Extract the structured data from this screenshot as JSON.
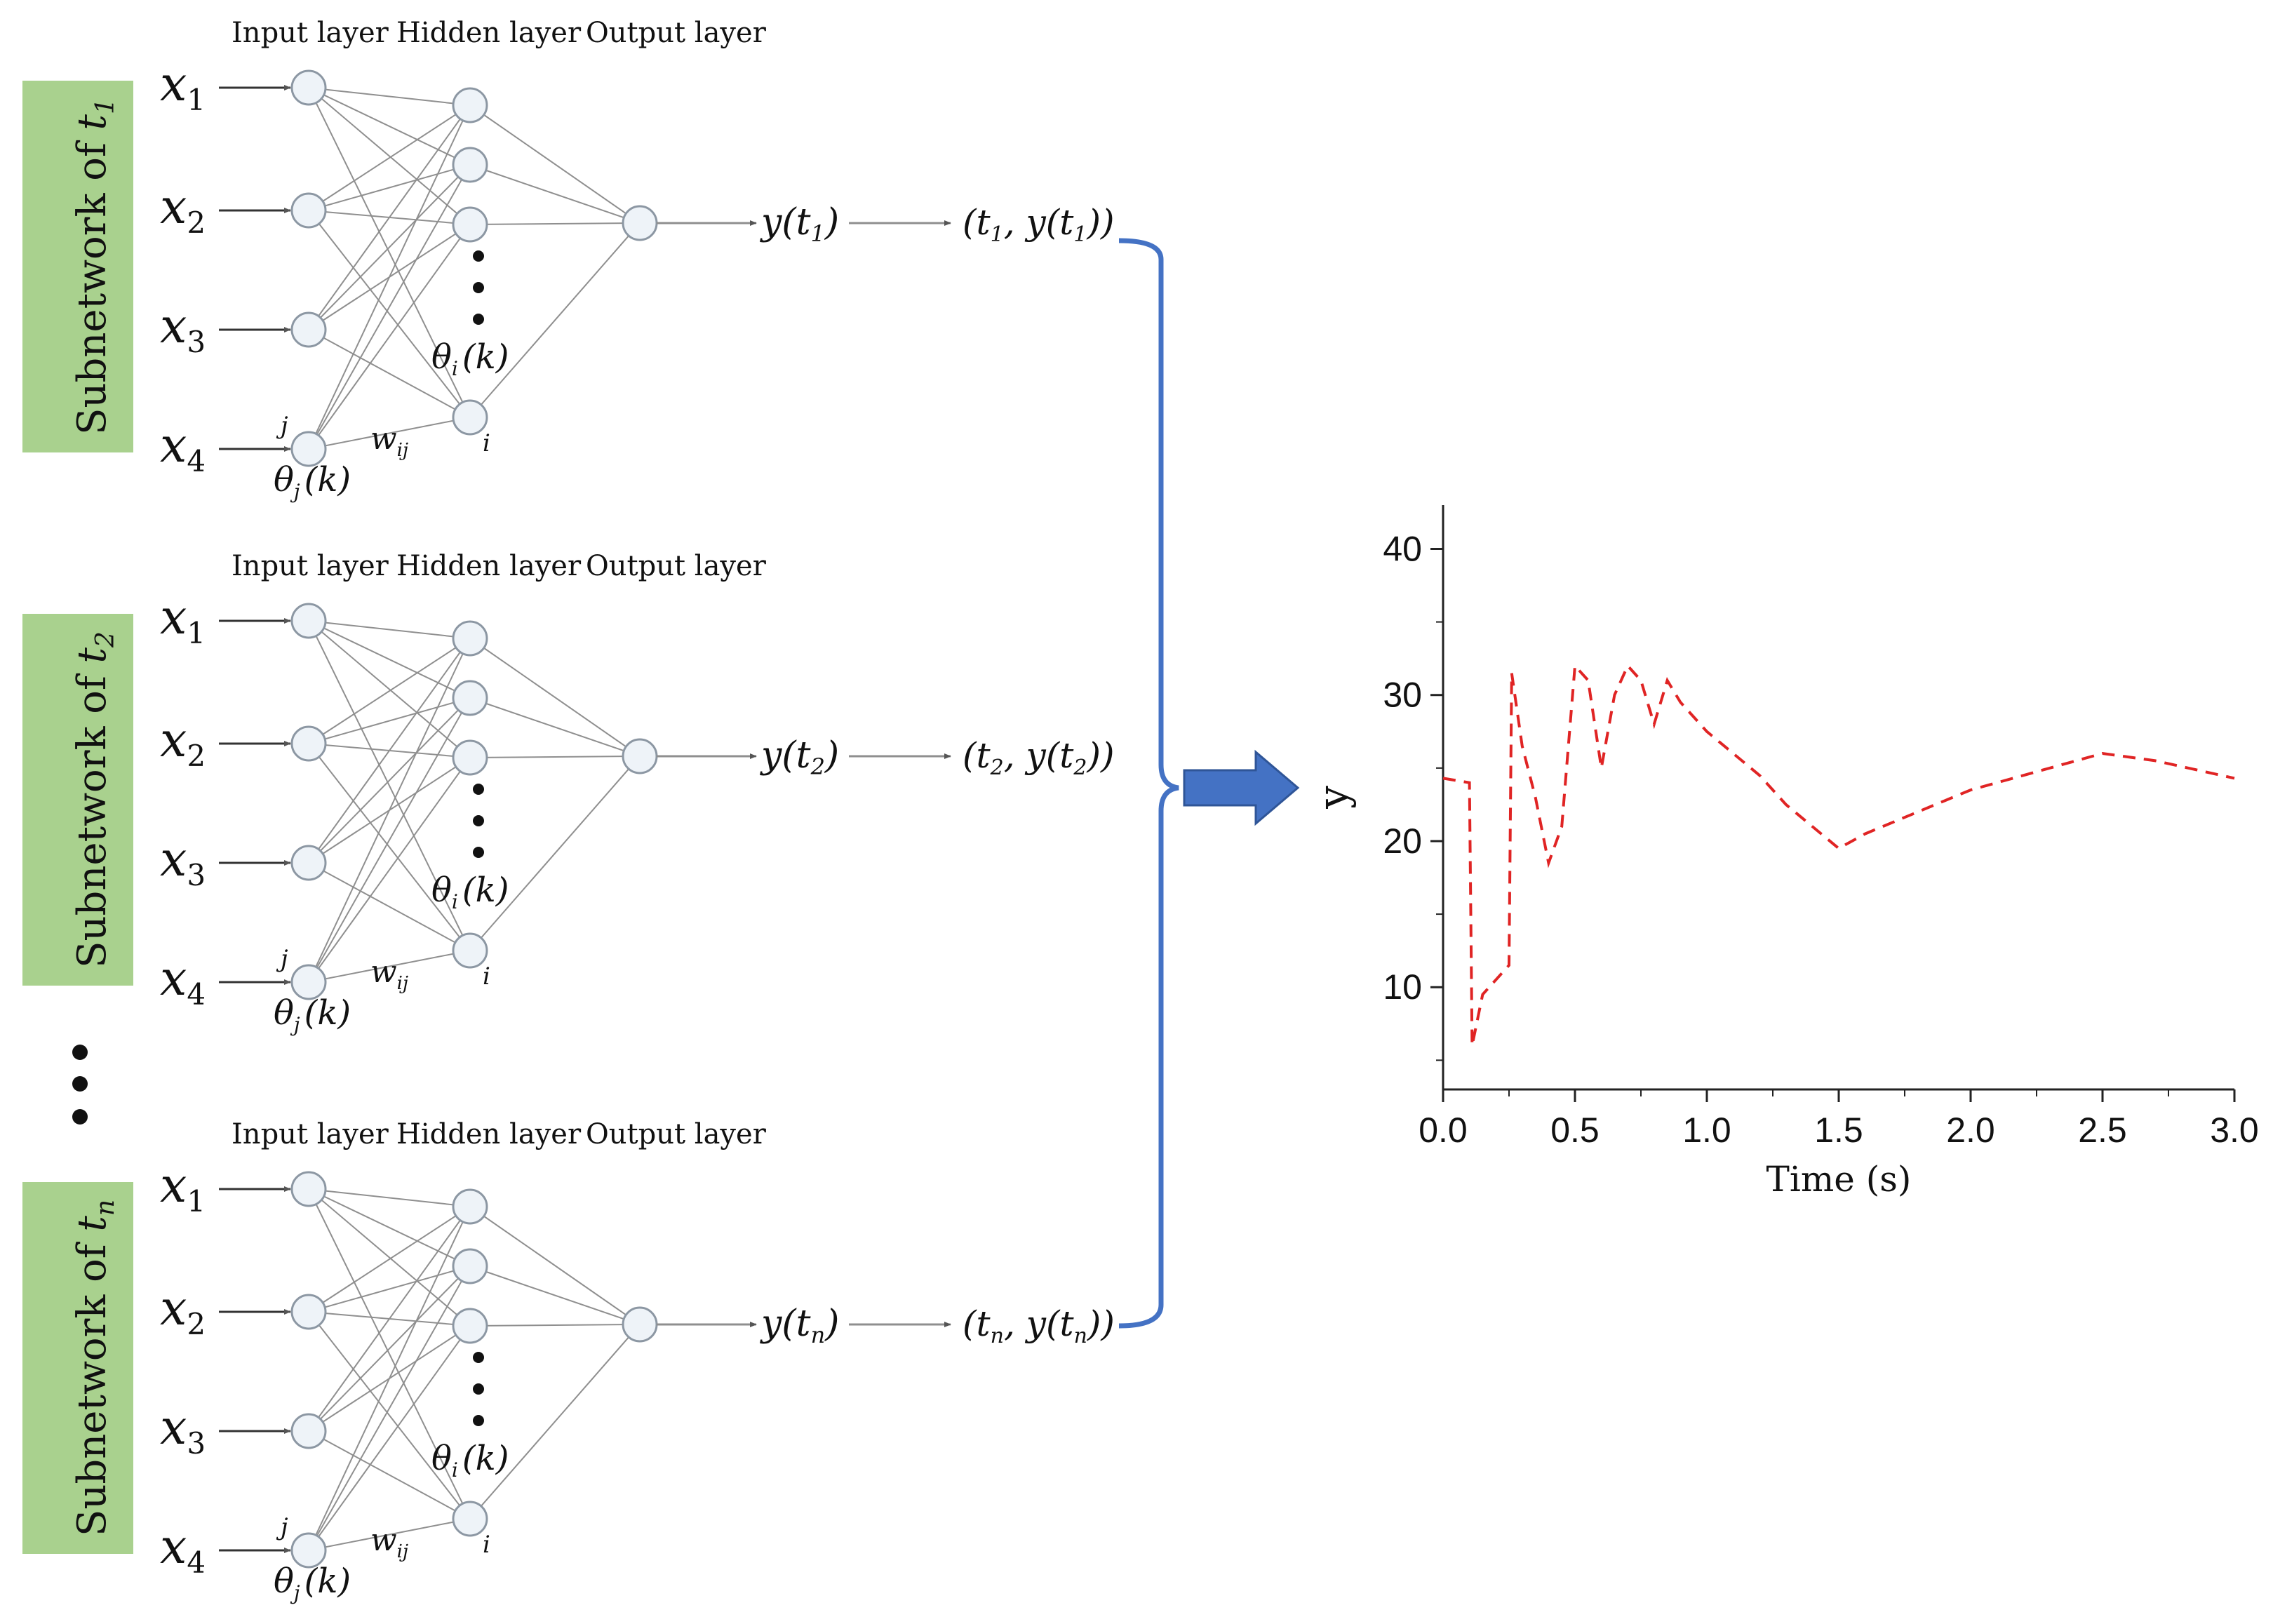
{
  "colors": {
    "label_bg": "#a9d18e",
    "node_fill": "#eef3f8",
    "node_stroke": "#8c97a3",
    "edge": "#8f8f8f",
    "bracket": "#4472c4",
    "arrow": "#4472c4",
    "curve": "#e02424",
    "text": "#111111"
  },
  "network_headers": {
    "input": "Input layer",
    "hidden": "Hidden layer",
    "output": "Output layer"
  },
  "subnetworks": [
    {
      "label_text": "Subnetwork of ",
      "label_sym": "t",
      "label_sub": "1",
      "y_out": "y(t",
      "y_sub": "1",
      "y_close": ")",
      "pair_open": "(t",
      "pair_mid": ", y(t",
      "pair_sub": "1",
      "pair_close": "))"
    },
    {
      "label_text": "Subnetwork of ",
      "label_sym": "t",
      "label_sub": "2",
      "y_out": "y(t",
      "y_sub": "2",
      "y_close": ")",
      "pair_open": "(t",
      "pair_mid": ", y(t",
      "pair_sub": "2",
      "pair_close": "))"
    },
    {
      "label_text": "Subnetwork of ",
      "label_sym": "t",
      "label_sub": "n",
      "y_out": "y(t",
      "y_sub": "n",
      "y_close": ")",
      "pair_open": "(t",
      "pair_mid": ", y(t",
      "pair_sub": "n",
      "pair_close": "))"
    }
  ],
  "inputs": [
    {
      "sym": "x",
      "sub": "1"
    },
    {
      "sym": "x",
      "sub": "2"
    },
    {
      "sym": "x",
      "sub": "3"
    },
    {
      "sym": "x",
      "sub": "4"
    }
  ],
  "node_labels": {
    "j": "j",
    "i": "i",
    "w": "w",
    "w_sub": "ij",
    "theta_j": "θ",
    "theta_j_sub": "j",
    "theta_i": "θ",
    "theta_i_sub": "i",
    "k_arg": "(k)"
  },
  "chart_data": {
    "type": "line",
    "xlabel": "Time (s)",
    "ylabel": "y",
    "xlim": [
      0,
      3
    ],
    "ylim": [
      3,
      43
    ],
    "xticks": [
      0.0,
      0.5,
      1.0,
      1.5,
      2.0,
      2.5,
      3.0
    ],
    "xtick_labels": [
      "0.0",
      "0.5",
      "1.0",
      "1.5",
      "2.0",
      "2.5",
      "3.0"
    ],
    "yticks": [
      10,
      20,
      30,
      40
    ],
    "ytick_labels": [
      "10",
      "20",
      "30",
      "40"
    ],
    "grid": false,
    "line_style": "dashed",
    "series": [
      {
        "x": [
          0.0,
          0.1,
          0.11,
          0.15,
          0.2,
          0.25,
          0.26,
          0.3,
          0.35,
          0.4,
          0.45,
          0.5,
          0.55,
          0.6,
          0.65,
          0.7,
          0.75,
          0.8,
          0.85,
          0.9,
          1.0,
          1.2,
          1.3,
          1.5,
          1.6,
          1.8,
          2.0,
          2.2,
          2.5,
          2.7,
          3.0
        ],
        "y": [
          24.3,
          24.0,
          6.0,
          9.5,
          10.5,
          11.5,
          31.5,
          26.5,
          23.0,
          18.5,
          21.0,
          32.0,
          31.0,
          25.0,
          30.0,
          32.0,
          31.0,
          28.0,
          31.0,
          29.5,
          27.5,
          24.5,
          22.5,
          19.5,
          20.5,
          22.0,
          23.5,
          24.5,
          26.0,
          25.5,
          24.3
        ]
      }
    ]
  }
}
